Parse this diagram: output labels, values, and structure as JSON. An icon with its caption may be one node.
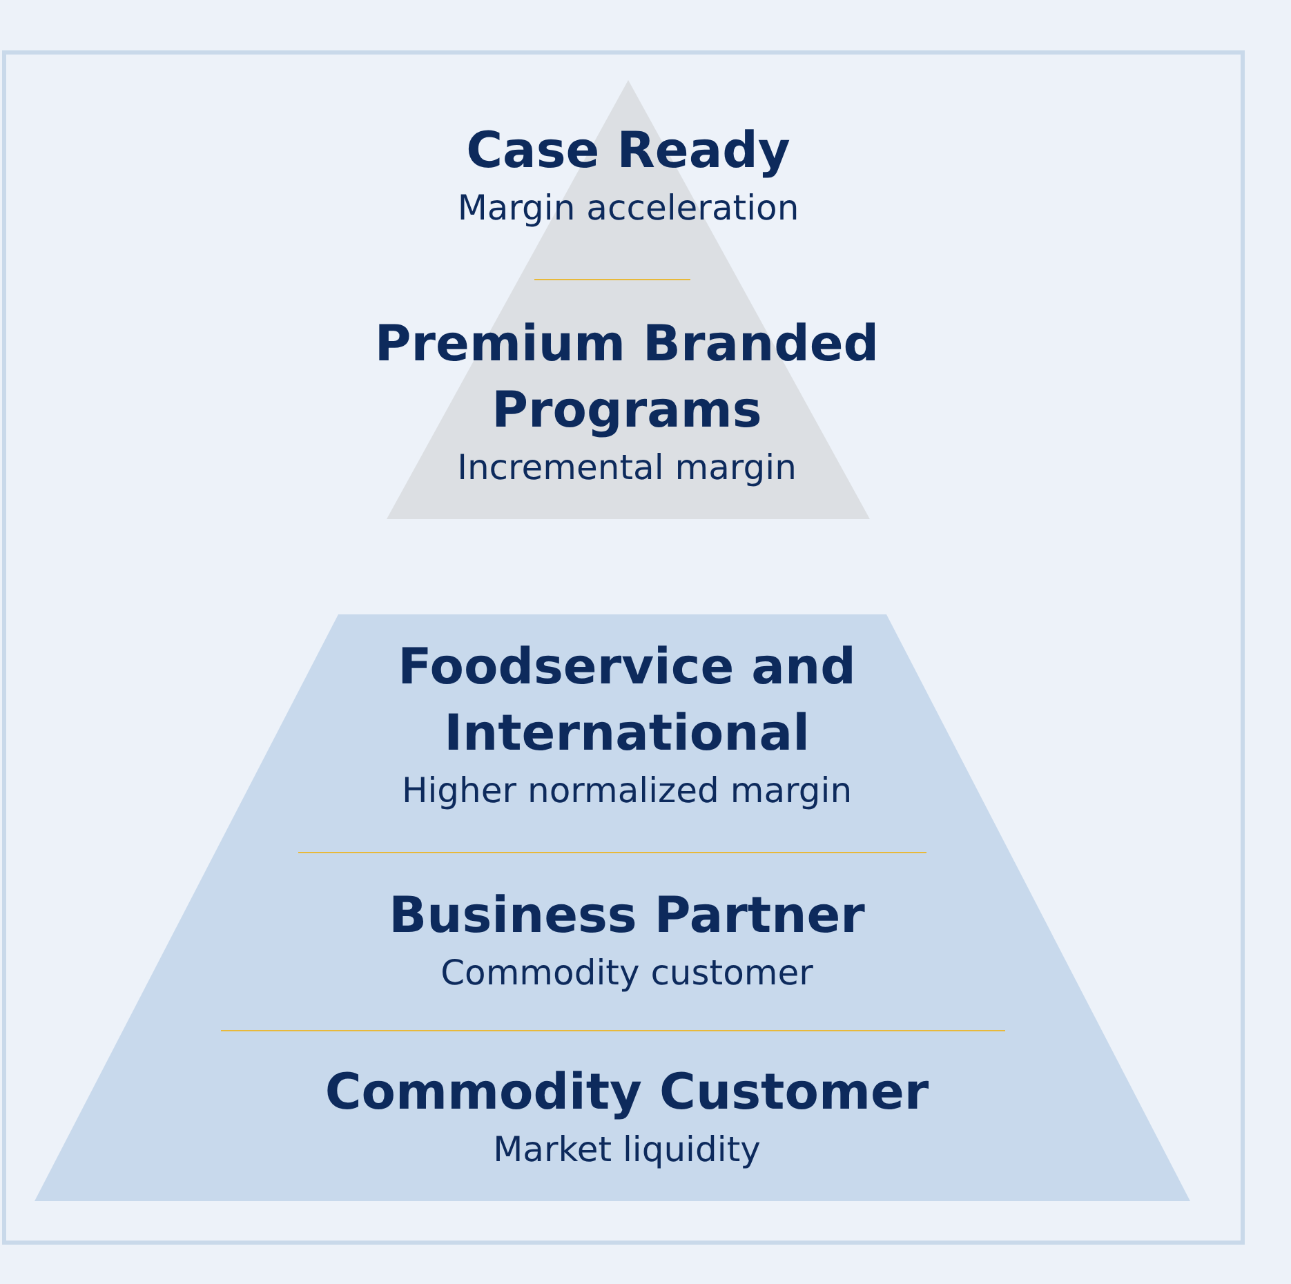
{
  "diagram": {
    "nodes": [
      {
        "text": [],
        "shape": "triangle"
      },
      {
        "text": [
          "Case Ready",
          "Margin acceleration"
        ],
        "in": 0
      },
      {
        "text": [
          "Premium Branded Programs",
          "Incremental margin"
        ],
        "in": 0
      },
      {
        "text": [],
        "shape": "trapezoid"
      },
      {
        "text": [
          "Foodservice and International",
          "Higher normalized margin"
        ],
        "in": 3
      },
      {
        "text": [
          "Business Partner",
          "Commodity customer"
        ],
        "in": 3
      },
      {
        "text": [
          "Commodity Customer",
          "Market liquidity"
        ],
        "in": 3
      }
    ],
    "edges": []
  }
}
